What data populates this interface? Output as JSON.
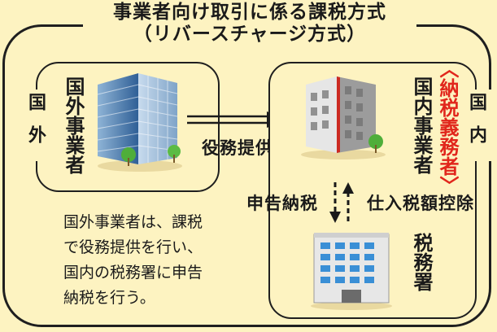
{
  "title": {
    "line1": "事業者向け取引に係る課税方式",
    "line2": "（リバースチャージ方式）"
  },
  "left": {
    "side_label": "国外",
    "entity_label": "国外事業者"
  },
  "right": {
    "side_label": "国内",
    "entity_label": "国内事業者",
    "taxpayer_note": "〈納税義務者〉",
    "office_label": "税務署"
  },
  "flows": {
    "service": "役務提供",
    "filing": "申告納税",
    "deduction": "仕入税額控除"
  },
  "description": [
    "国外事業者は、課税",
    "で役務提供を行い、",
    "国内の税務署に申告",
    "納税を行う。"
  ],
  "colors": {
    "background": "#fdf3c1",
    "accent_red": "#e1261c"
  }
}
